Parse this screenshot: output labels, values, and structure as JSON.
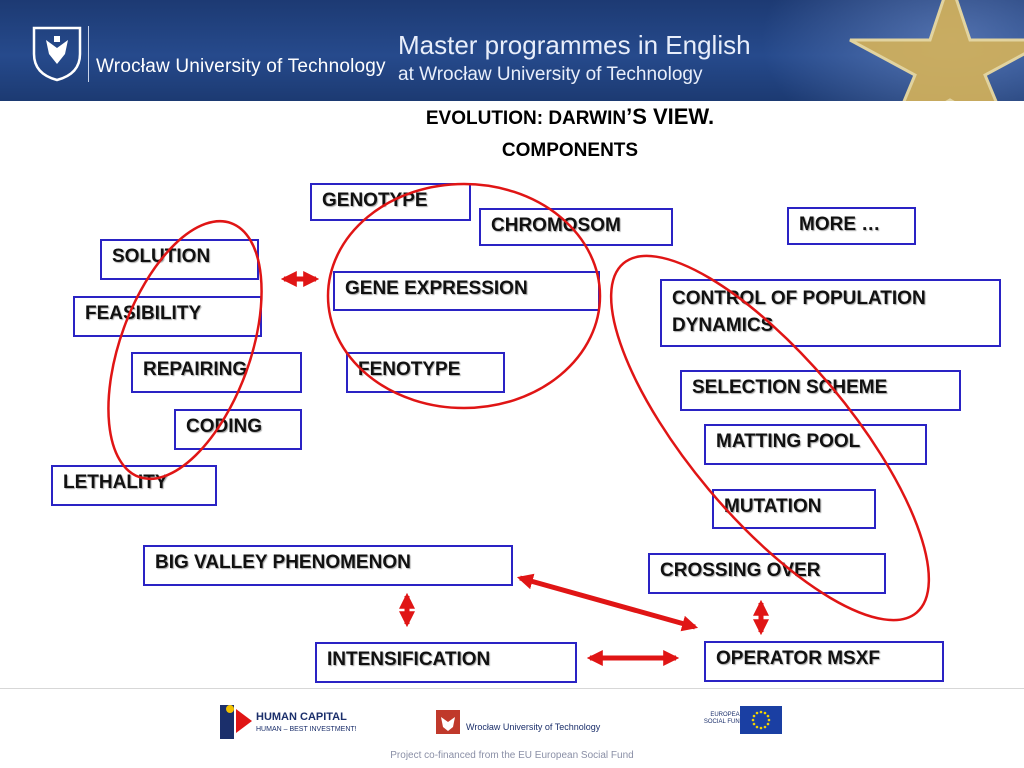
{
  "header": {
    "university": "Wrocław University of Technology",
    "programme_title": "Master programmes in English",
    "programme_subtitle": "at Wrocław University of Technology"
  },
  "slide": {
    "title_part1": "EVOLUTION: DARWIN",
    "title_part2": "’S VIEW.",
    "title_line2": "COMPONENTS"
  },
  "concepts": {
    "genotype": "GENOTYPE",
    "chromosom": "CHROMOSOM",
    "more": "MORE …",
    "solution": "SOLUTION",
    "gene_expression": "GENE EXPRESSION",
    "control": "CONTROL OF POPULATION DYNAMICS",
    "feasibility": "FEASIBILITY",
    "repairing": "REPAIRING",
    "fenotype": "FENOTYPE",
    "selection_scheme": "SELECTION SCHEME",
    "coding": "CODING",
    "matting_pool": "MATTING POOL",
    "lethality": "LETHALITY",
    "mutation": "MUTATION",
    "big_valley": "BIG VALLEY PHENOMENON",
    "crossing_over": "CROSSING OVER",
    "intensification": "INTENSIFICATION",
    "operator_msxf": "OPERATOR MSXF"
  },
  "footer": {
    "hc_title": "HUMAN CAPITAL",
    "hc_subtitle": "HUMAN – BEST INVESTMENT!",
    "uni_small": "Wrocław University of Technology",
    "esf": "EUROPEAN SOCIAL FUND",
    "cofinanced": "Project co-financed from the EU European Social Fund"
  },
  "colors": {
    "banner": "#264a8c",
    "box_border": "#2a23c4",
    "ellipse_red": "#e01515",
    "arrow_red": "#e01515"
  }
}
